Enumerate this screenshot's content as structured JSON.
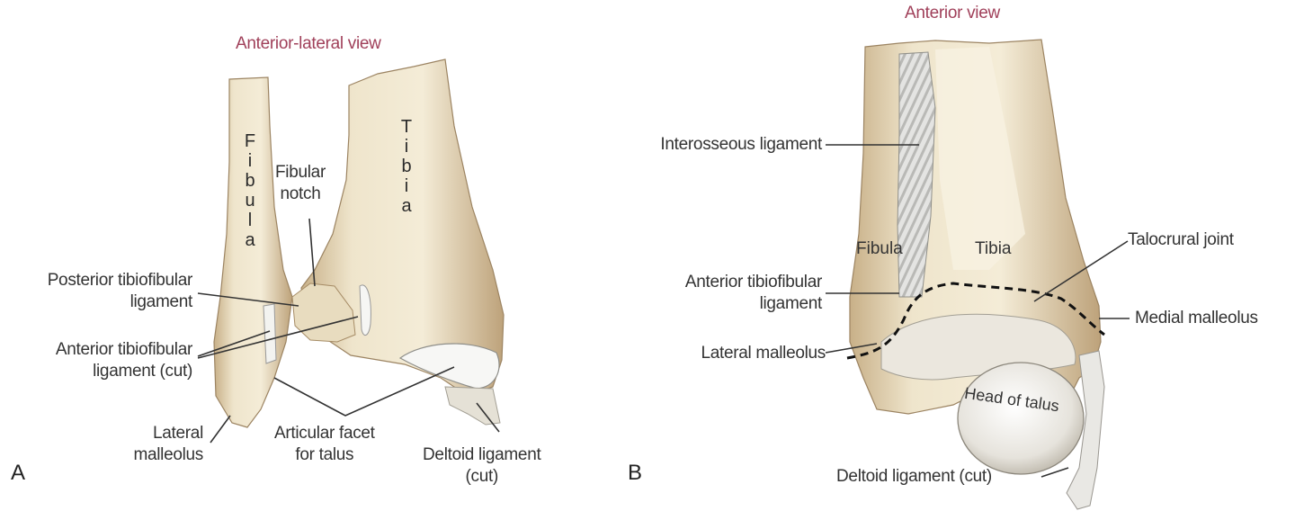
{
  "panel_a": {
    "letter": "A",
    "title": "Anterior-lateral view",
    "bone_labels": {
      "fibula_vertical": [
        "F",
        "i",
        "b",
        "u",
        "l",
        "a"
      ],
      "tibia_vertical": [
        "T",
        "i",
        "b",
        "i",
        "a"
      ]
    },
    "labels": {
      "fibular_notch": [
        "Fibular",
        "notch"
      ],
      "posterior_tibiofibular": [
        "Posterior tibiofibular",
        "ligament"
      ],
      "anterior_tibiofibular_cut": [
        "Anterior tibiofibular",
        "ligament (cut)"
      ],
      "lateral_malleolus": [
        "Lateral",
        "malleolus"
      ],
      "articular_facet": [
        "Articular facet",
        "for talus"
      ],
      "deltoid_ligament_cut": [
        "Deltoid ligament",
        "(cut)"
      ]
    }
  },
  "panel_b": {
    "letter": "B",
    "title": "Anterior view",
    "bone_labels": {
      "fibula": "Fibula",
      "tibia": "Tibia",
      "head_of_talus": "Head of talus"
    },
    "labels": {
      "interosseous_ligament": "Interosseous ligament",
      "anterior_tibiofibular": [
        "Anterior tibiofibular",
        "ligament"
      ],
      "lateral_malleolus": "Lateral malleolus",
      "talocrural_joint": "Talocrural joint",
      "medial_malleolus": "Medial malleolus",
      "deltoid_ligament_cut": "Deltoid ligament (cut)"
    }
  },
  "colors": {
    "title": "#a0405a",
    "bone_light": "#f1e9d2",
    "bone_mid": "#dcc9a3",
    "bone_dark": "#b49a72",
    "ligament": "#dcdcd8",
    "leader_line": "#333333"
  }
}
